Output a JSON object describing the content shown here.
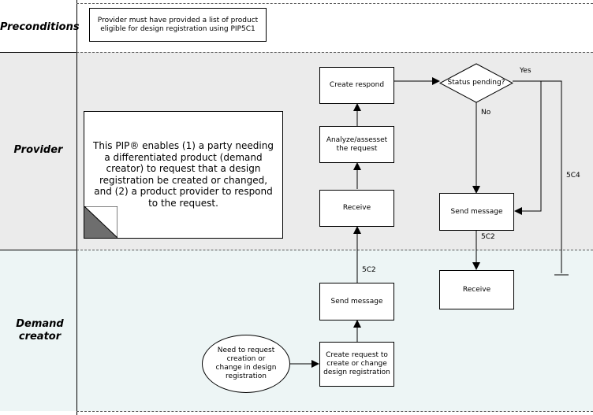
{
  "lanes": {
    "preconditions": "Preconditions",
    "provider": "Provider",
    "demand_creator": "Demand creator"
  },
  "nodes": {
    "precondition": "Provider must have provided a list of product eligible for design registration using PIP5C1",
    "create_respond": "Create respond",
    "status_pending": "Status pending?",
    "analyze": "Analyze/assesset the request",
    "receive_provider": "Receive",
    "send_message_provider": "Send message",
    "receive_demand": "Receive",
    "send_message_demand": "Send message",
    "create_request": "Create request to create or change design registration",
    "need_to_request": "Need to request creation or change in design registration"
  },
  "note": "This PIP® enables (1) a party needing a differentiated product (demand creator) to request that a design registration be created or changed, and (2) a product provider to respond to the request.",
  "edge_labels": {
    "yes": "Yes",
    "no": "No",
    "code_5c4": "5C4",
    "code_5c2_provider": "5C2",
    "code_5c2_demand": "5C2"
  }
}
